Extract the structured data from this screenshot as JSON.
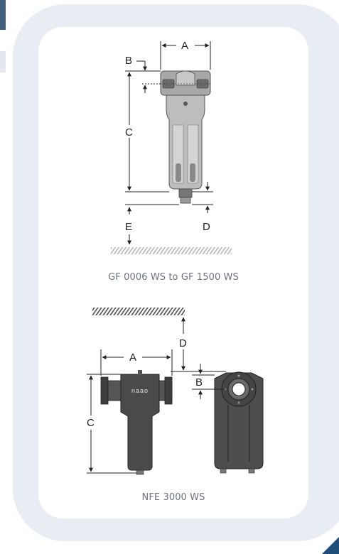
{
  "figure1": {
    "caption": "GF 0006 WS to GF 1500 WS",
    "labels": {
      "a": "A",
      "b": "B",
      "c": "C",
      "d": "D",
      "e": "E"
    }
  },
  "figure2": {
    "caption": "NFE 3000 WS",
    "labels": {
      "a": "A",
      "b": "B",
      "c": "C",
      "d": "D"
    },
    "brand_mark": "naao"
  },
  "colors": {
    "frame": "#e8edf3",
    "accent": "#1f4e7a",
    "filter_body": "#bdbdbd",
    "housing_dark": "#4a4a4a"
  }
}
